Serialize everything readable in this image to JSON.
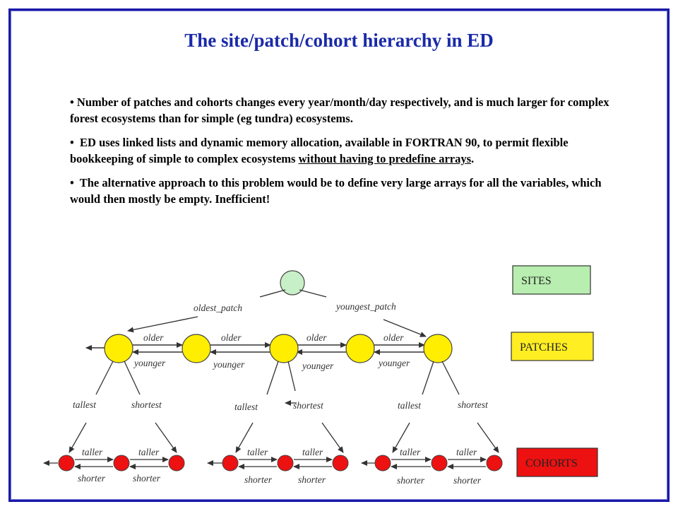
{
  "title": "The site/patch/cohort hierarchy in ED",
  "bullets": {
    "b1": "Number of patches and cohorts changes every year/month/day respectively, and is much larger for complex forest ecosystems than for simple (eg tundra) ecosystems.",
    "b2_pre": "ED uses linked lists and dynamic memory allocation, available in FORTRAN 90, to permit flexible bookkeeping of simple to complex ecosystems ",
    "b2_underline": "without having to predefine arrays",
    "b2_post": ".",
    "b3": "The alternative approach to this problem would be to define very large arrays for all the variables, which would then mostly be empty.  Inefficient!"
  },
  "diagram": {
    "legend": {
      "sites": "SITES",
      "patches": "PATCHES",
      "cohorts": "COHORTS"
    },
    "site_links": {
      "left": "oldest_patch",
      "right": "youngest_patch"
    },
    "patch_links": {
      "forward": "older",
      "backward": "younger"
    },
    "patch_children": {
      "left": "tallest",
      "right": "shortest"
    },
    "cohort_links": {
      "forward": "taller",
      "backward": "shorter"
    },
    "colors": {
      "site": "#c8f0c8",
      "patch": "#ffee00",
      "cohort": "#ee1111",
      "sites_box": "#b8eeb0",
      "patches_box": "#ffee22",
      "cohorts_box": "#ee1111"
    }
  }
}
